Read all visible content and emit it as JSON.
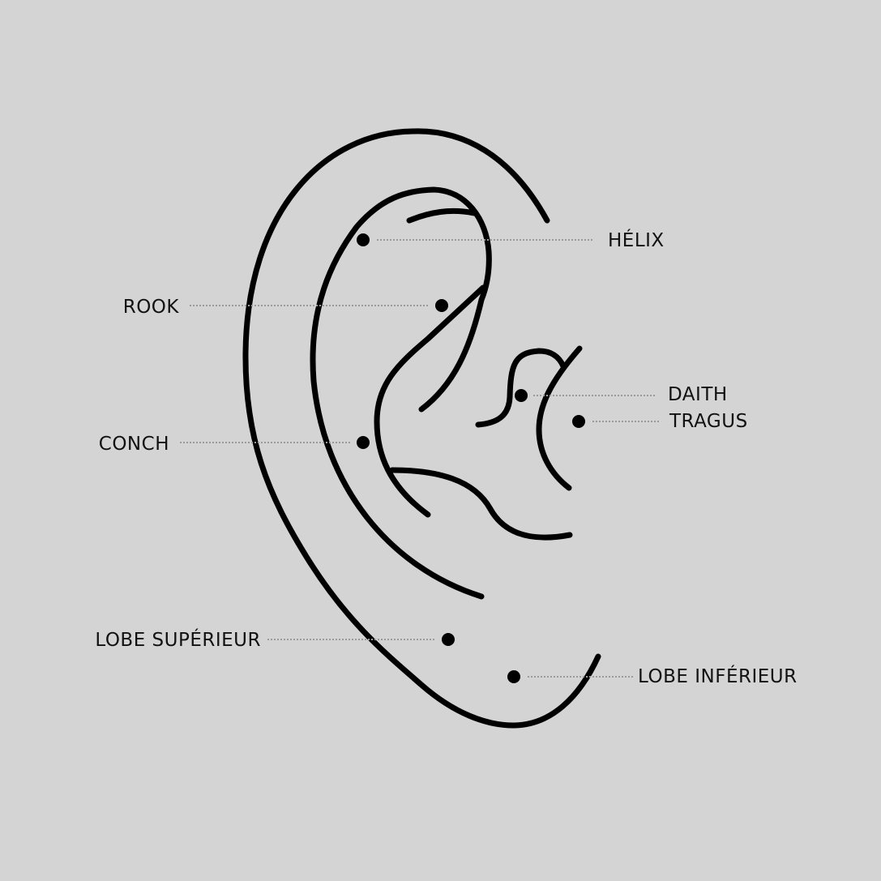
{
  "title": "Ear piercing locations",
  "colors": {
    "background": "#d4d4d4",
    "line": "#000000",
    "leader": "#9a9a9a"
  },
  "labels": {
    "helix": "HÉLIX",
    "rook": "ROOK",
    "daith": "DAITH",
    "tragus": "TRAGUS",
    "conch": "CONCH",
    "lobe_upper": "LOBE SUPÉRIEUR",
    "lobe_lower": "LOBE INFÉRIEUR"
  }
}
